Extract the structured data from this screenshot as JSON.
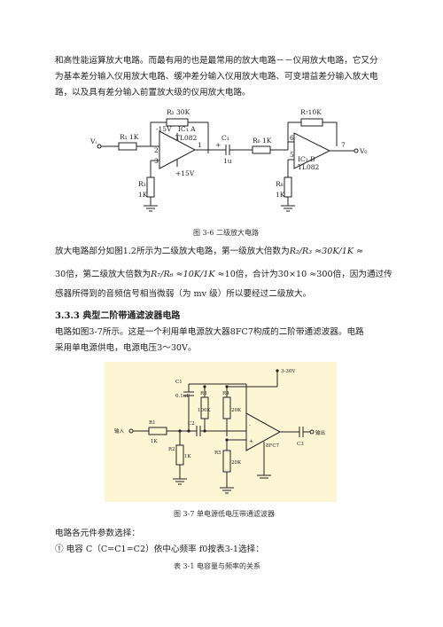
{
  "intro": {
    "line1": "和高性能运算放大电路。而最有用的也是最常用的放大电路－－仪用放大电路，它又分",
    "line2": "为基本差分输入仪用放大电路、缓冲差分输入仪用放大电路、可变增益差分输入放大电",
    "line3": "路，以及具有差分输入前置放大级的仪用放大电路。"
  },
  "fig1": {
    "r1": "R₁ 1K",
    "r2": "R₂ 30K",
    "r3": "R₃",
    "r3val": "1K",
    "ic1": "IC₁ A",
    "ic1part": "TL082",
    "neg15": "-15V",
    "pos15": "+15V",
    "pin2": "2",
    "pin3": "3",
    "pin1": "1",
    "vin": "Vᵢ",
    "c1": "C₁",
    "c1val": "1u",
    "r6": "R₆ 1K",
    "r7": "R₇10K",
    "r8": "R₈",
    "r8val": "1K",
    "ic2": "IC₁ B",
    "ic2part": "TL082",
    "pin6": "6",
    "pin5": "5",
    "pin7": "7",
    "vout": "V₀",
    "plus": "+",
    "caption": "图 3-6  二级放大电路"
  },
  "gain": {
    "line1_pre": "放大电路部分如图1.2所示为二级放大电路，第一级放大倍数为",
    "line1_formula": "R₂/R₃ ≈30K/1K ≈",
    "line2_pre": "30倍，第二级放大倍数为",
    "line2_formula": "R₇/R₆ ≈10K/1K ≈",
    "line2_post": "10倍，合计为30×10 ≈300倍，因为通过传",
    "line3": "感器所得到的音频信号相当微弱（为 mv 级）所以要经过二级放大。"
  },
  "section": {
    "title": "3.3.3 典型二阶带通滤波器电路"
  },
  "filter": {
    "line1": "电路如图3-7所示。这是一个利用单电源放大器8FC7构成的二阶带通滤波器。电路",
    "line2": "采用单电源供电，电源电压3～30V。"
  },
  "fig2": {
    "supply": "3-30V",
    "c1": "C1",
    "c1val": "0.1uF",
    "r3": "R3",
    "r3val": "100K",
    "r4": "R4",
    "r4val": "20K",
    "c2": "C2",
    "r1": "R1",
    "r1val": "1K",
    "r2": "R2",
    "r2val": "1K",
    "r5": "R5",
    "r5val": "20K",
    "input": "输入",
    "output": "输出",
    "chip": "8FC7",
    "c3": "C3",
    "minus": "-",
    "plus": "+",
    "caption": "图 3-7  单电源低电压带通滤波器"
  },
  "params": {
    "title": "电路各元件参数选择：",
    "item1": "① 电容 C（C=C1=C2）依中心频率 f0按表3-1选择：",
    "table_caption": "表 3-1   电容量与频率的关系"
  },
  "colors": {
    "fig2_bg": "#fdf5d4",
    "wire": "#222222",
    "ground": "#3a3a3a"
  }
}
